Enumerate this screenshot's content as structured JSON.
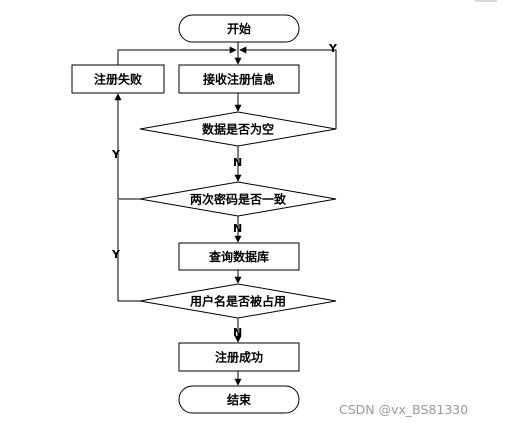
{
  "diagram": {
    "nodes": {
      "start": "开始",
      "receive_info": "接收注册信息",
      "check_empty": "数据是否为空",
      "check_password": "两次密码是否一致",
      "query_db": "查询数据库",
      "check_username": "用户名是否被占用",
      "register_success": "注册成功",
      "register_fail": "注册失败",
      "end": "结束"
    },
    "branches": {
      "empty_yes": "Y",
      "empty_no": "N",
      "password_yes": "Y",
      "password_no": "N",
      "username_yes": "Y",
      "username_no": "N"
    }
  },
  "watermark": "CSDN @vx_BS81330",
  "colors": {
    "stroke": "#000000",
    "fill": "#ffffff",
    "watermark": "#999999"
  }
}
